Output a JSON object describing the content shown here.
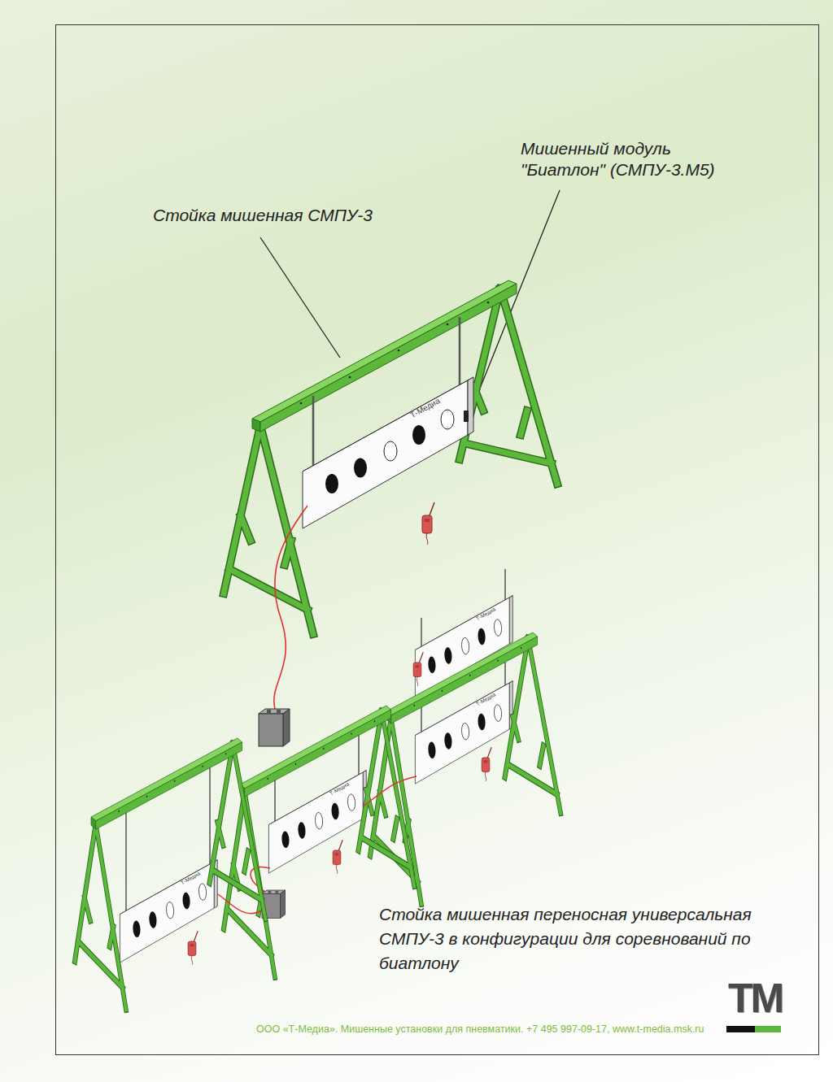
{
  "diagram": {
    "caption": "Стойка мишенная переносная универсальная СМПУ-3 в конфигурации для соревнований по биатлону",
    "labels": [
      "Мишенный модуль \"Биатлон\" (СМПУ-3.М5)",
      "Стойка мишенная СМПУ-3",
      "Т-Медиа",
      "Т-Медиа",
      "Т-Медиа",
      "Т-Медиа",
      "Т-Медиа",
      "ТМ",
      "ООО «Т-Медиа». Мишенные установки для пневматики. +7 495 997-09-17, www.t-media.msk.ru"
    ]
  }
}
